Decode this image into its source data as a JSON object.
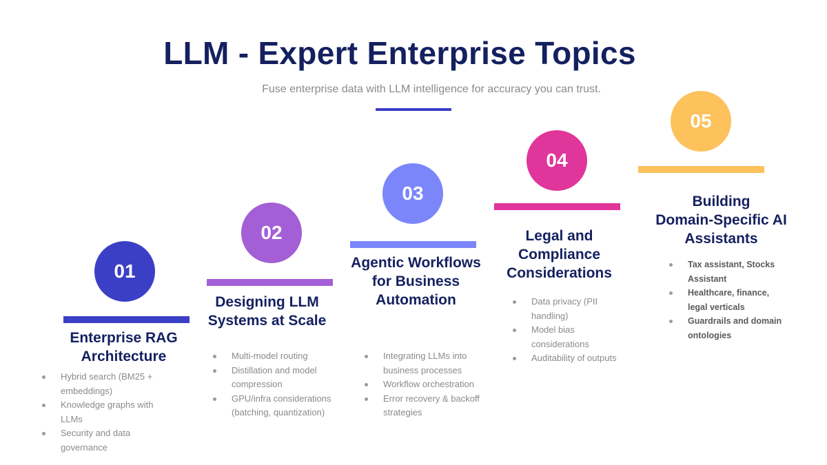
{
  "header": {
    "title": "LLM - Expert Enterprise Topics",
    "subtitle": "Fuse enterprise data with LLM intelligence for accuracy you can trust."
  },
  "colors": {
    "title": "#14205f",
    "step1": "#3b3fc6",
    "step2": "#a45fd6",
    "step3": "#7b86fb",
    "step4": "#e0359a",
    "step5": "#fdc25c"
  },
  "steps": [
    {
      "number": "01",
      "heading_lines": [
        "Enterprise RAG",
        "Architecture"
      ],
      "bullets": [
        [
          "Hybrid search (BM25 +",
          "embeddings)"
        ],
        [
          "Knowledge graphs with",
          "LLMs"
        ],
        [
          "Security and data",
          "governance"
        ]
      ]
    },
    {
      "number": "02",
      "heading_lines": [
        "Designing LLM",
        "Systems at Scale"
      ],
      "bullets": [
        [
          "Multi-model routing"
        ],
        [
          "Distillation and model",
          "compression"
        ],
        [
          "GPU/infra considerations",
          "(batching, quantization)"
        ]
      ]
    },
    {
      "number": "03",
      "heading_lines": [
        "Agentic Workflows",
        "for Business",
        "Automation"
      ],
      "bullets": [
        [
          "Integrating LLMs into",
          "business processes"
        ],
        [
          "Workflow orchestration"
        ],
        [
          "Error recovery & backoff",
          "strategies"
        ]
      ]
    },
    {
      "number": "04",
      "heading_lines": [
        "Legal and",
        "Compliance",
        "Considerations"
      ],
      "bullets": [
        [
          "Data privacy (PII",
          "handling)"
        ],
        [
          "Model bias",
          "considerations"
        ],
        [
          "Auditability of outputs"
        ]
      ]
    },
    {
      "number": "05",
      "heading_lines": [
        "Building",
        "Domain-Specific AI",
        "Assistants"
      ],
      "bullets": [
        [
          "Tax assistant, Stocks",
          "Assistant"
        ],
        [
          "Healthcare, finance,",
          "legal verticals"
        ],
        [
          "Guardrails and domain",
          "ontologies"
        ]
      ]
    }
  ]
}
